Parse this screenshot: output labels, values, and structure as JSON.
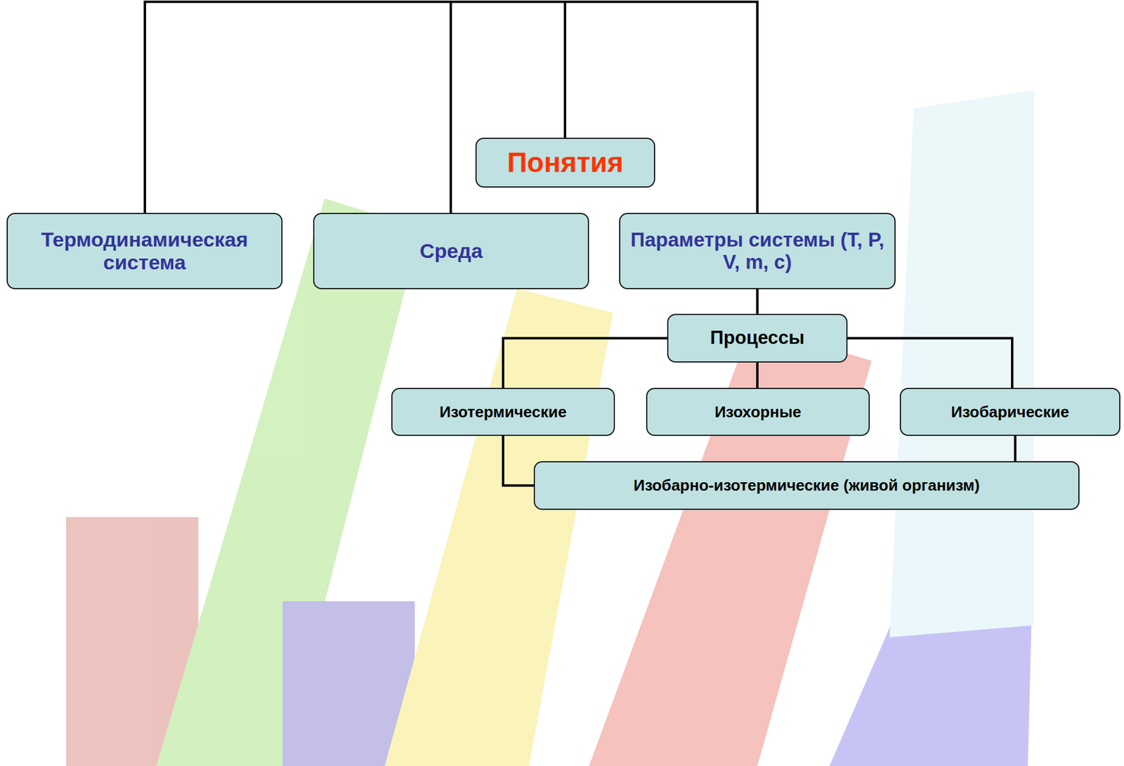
{
  "diagram": {
    "nodes": [
      {
        "text": [
          "Понятия"
        ]
      },
      {
        "text": [
          "Термодинамическая система"
        ]
      },
      {
        "text": [
          "Среда"
        ]
      },
      {
        "text": [
          "Параметры системы (T, P, V, m, c)"
        ]
      },
      {
        "text": [
          "Процессы"
        ]
      },
      {
        "text": [
          "Изотермические"
        ]
      },
      {
        "text": [
          "Изохорные"
        ]
      },
      {
        "text": [
          "Изобарические"
        ]
      },
      {
        "text": [
          "Изобарно-изотермические (живой организм)"
        ]
      }
    ],
    "edges": [
      {
        "from": 0,
        "to": 1,
        "arrow": "none"
      },
      {
        "from": 0,
        "to": 2,
        "arrow": "none"
      },
      {
        "from": 0,
        "to": 3,
        "arrow": "none"
      },
      {
        "from": 3,
        "to": 4,
        "arrow": "none"
      },
      {
        "from": 4,
        "to": 5,
        "arrow": "none"
      },
      {
        "from": 4,
        "to": 6,
        "arrow": "none"
      },
      {
        "from": 4,
        "to": 7,
        "arrow": "none"
      },
      {
        "from": 5,
        "to": 8,
        "arrow": "none"
      },
      {
        "from": 7,
        "to": 8,
        "arrow": "none"
      }
    ]
  }
}
